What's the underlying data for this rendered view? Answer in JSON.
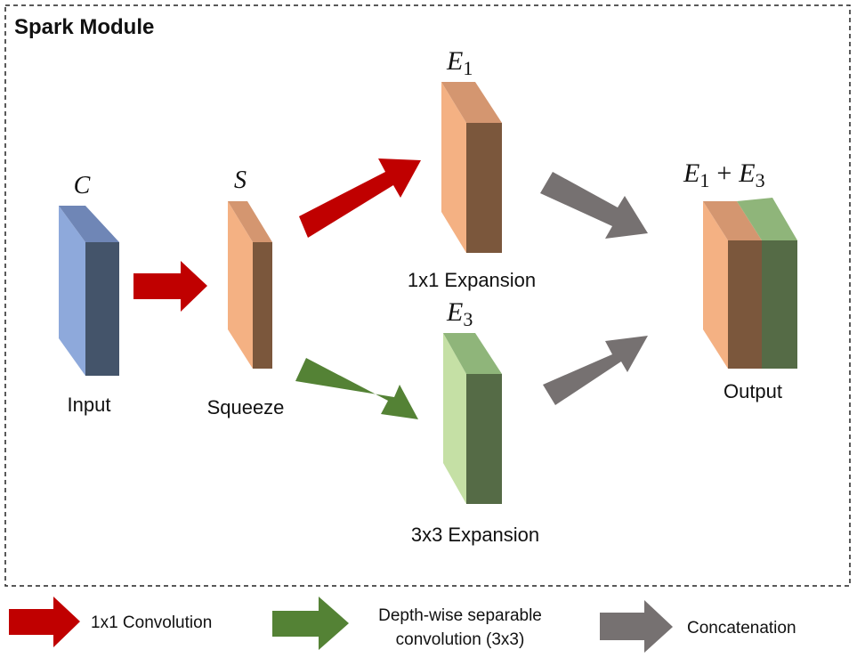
{
  "title": "Spark Module",
  "nodes": {
    "input": {
      "symbol": "C",
      "label": "Input",
      "color_face": "#8ea9db",
      "color_side": "#44546a",
      "color_top": "#6f86b6"
    },
    "squeeze": {
      "symbol": "S",
      "label": "Squeeze",
      "color_face": "#f4b183",
      "color_side": "#7b573c",
      "color_top": "#d49670"
    },
    "e1": {
      "symbol": "E",
      "subscript": "1",
      "label": "1x1 Expansion",
      "color_face": "#f4b183",
      "color_side": "#7b573c",
      "color_top": "#d49670"
    },
    "e3": {
      "symbol": "E",
      "subscript": "3",
      "label": "3x3 Expansion",
      "color_face": "#c5e0a5",
      "color_side": "#556b46",
      "color_top": "#8fb57a"
    },
    "output": {
      "symbol_a": "E",
      "subscript_a": "1",
      "operator": "+",
      "symbol_b": "E",
      "subscript_b": "3",
      "label": "Output"
    }
  },
  "arrow_colors": {
    "conv1x1": "#c00000",
    "depthwise": "#548235",
    "concat": "#767171"
  },
  "legend": [
    {
      "arrow": "conv1x1",
      "text": "1x1 Convolution"
    },
    {
      "arrow": "depthwise",
      "line1": "Depth-wise separable",
      "line2": "convolution (3x3)"
    },
    {
      "arrow": "concat",
      "text": "Concatenation"
    }
  ]
}
